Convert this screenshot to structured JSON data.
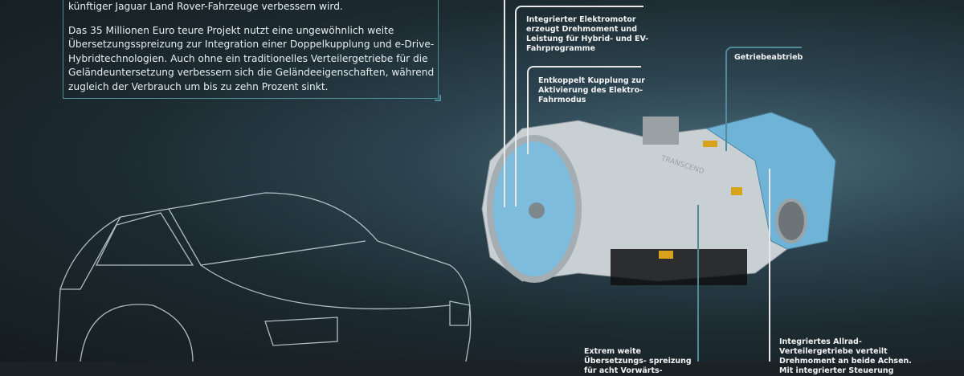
{
  "intro": {
    "line_top": "künftiger Jaguar Land Rover-Fahrzeuge verbessern wird.",
    "paragraph": "Das 35 Millionen Euro teure Projekt nutzt eine ungewöhnlich weite Übersetzungsspreizung zur Integration einer Doppelkupplung und e-Drive-Hybridtechnologien. Auch ohne ein traditionelles Verteilergetriebe für die Geländeuntersetzung verbessern sich die Geländeeigenschaften, während zugleich der Verbrauch um bis zu zehn Prozent sinkt."
  },
  "callouts": {
    "motor": "Integrierter Elektromotor erzeugt Drehmoment und Leistung für Hybrid- und EV-Fahrprogramme",
    "clutch": "Entkoppelt Kupplung zur Aktivierung des Elektro-Fahrmodus",
    "output": "Getriebeabtrieb",
    "ratio": "Extrem weite Übersetzungs- spreizung für acht Vorwärts-",
    "transfer": "Integriertes Allrad-Verteilergetriebe verteilt Drehmoment an beide Achsen. Mit integrierter Steuerung"
  },
  "gearbox_label": "TRANSCEND",
  "colors": {
    "accent": "#4f8b99",
    "gearbox_blue": "#6fb3d6",
    "housing": "#d9dde0"
  }
}
